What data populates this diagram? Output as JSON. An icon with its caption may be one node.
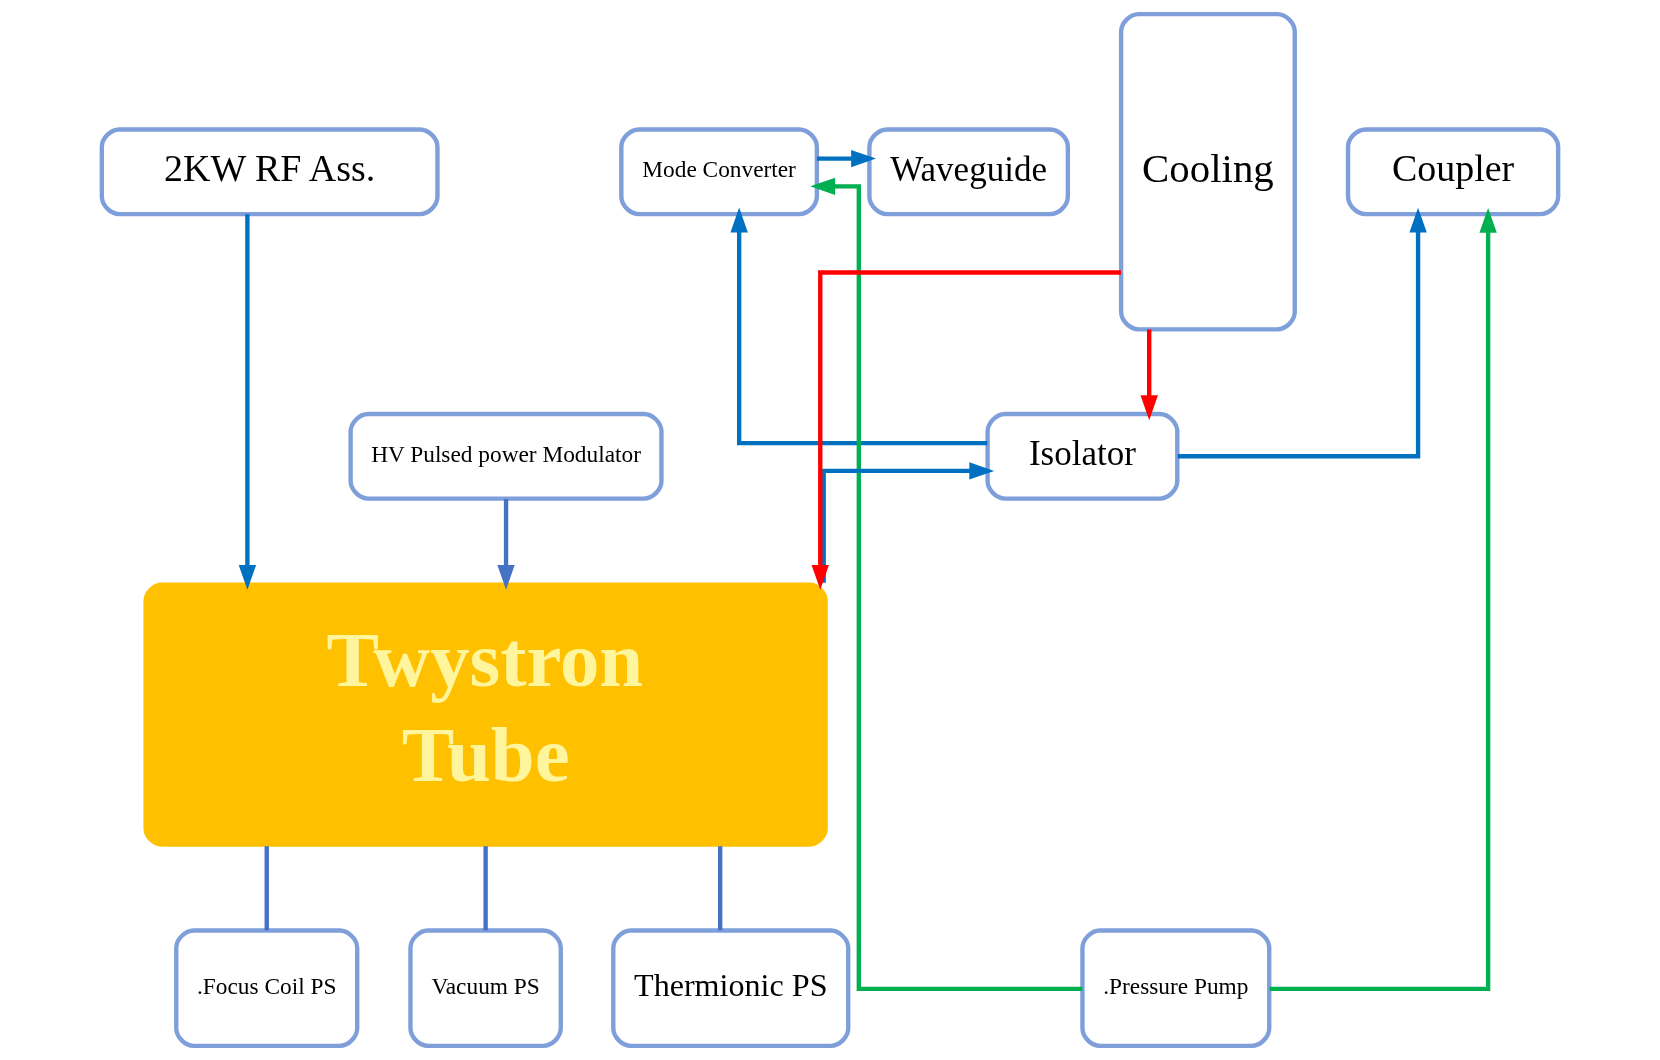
{
  "diagram": {
    "nodes": [
      {
        "text": [
          "2KW RF Ass."
        ]
      },
      {
        "text": [
          "Coupler"
        ]
      },
      {
        "text": [
          "Mode Converter"
        ]
      },
      {
        "text": [
          "Waveguide"
        ]
      },
      {
        "text": [
          "Isolator"
        ]
      },
      {
        "text": [
          "Cooling"
        ]
      },
      {
        "text": [
          "HV Pulsed power Modulator"
        ]
      },
      {
        "text": [
          "Twystron Tube"
        ]
      },
      {
        "text": [
          "Thermionic PS"
        ]
      },
      {
        "text": [
          ".Focus Coil PS"
        ]
      },
      {
        "text": [
          "Vacuum PS"
        ]
      },
      {
        "text": [
          ".Pressure Pump"
        ]
      }
    ],
    "edges": [
      {
        "from": 0,
        "to": 7,
        "arrow": "to"
      },
      {
        "from": 6,
        "to": 7,
        "arrow": "to",
        "color": "#4472c4"
      },
      {
        "from": 7,
        "to": 4,
        "arrow": "to"
      },
      {
        "from": 4,
        "to": 1,
        "arrow": "to"
      },
      {
        "from": 4,
        "to": 2,
        "arrow": "to"
      },
      {
        "from": 2,
        "to": 3,
        "arrow": "to"
      },
      {
        "from": 5,
        "to": 4,
        "arrow": "to",
        "color": "#ff0000"
      },
      {
        "from": 5,
        "to": 7,
        "arrow": "to",
        "color": "#ff0000"
      },
      {
        "from": 11,
        "to": 1,
        "arrow": "to",
        "color": "#00b050"
      },
      {
        "from": 11,
        "to": 2,
        "arrow": "to",
        "color": "#00b050"
      },
      {
        "from": 7,
        "to": 8,
        "arrow": "none",
        "color": "#4472c4"
      },
      {
        "from": 7,
        "to": 9,
        "arrow": "none",
        "color": "#4472c4"
      },
      {
        "from": 7,
        "to": 10,
        "arrow": "none",
        "color": "#4472c4"
      }
    ]
  }
}
